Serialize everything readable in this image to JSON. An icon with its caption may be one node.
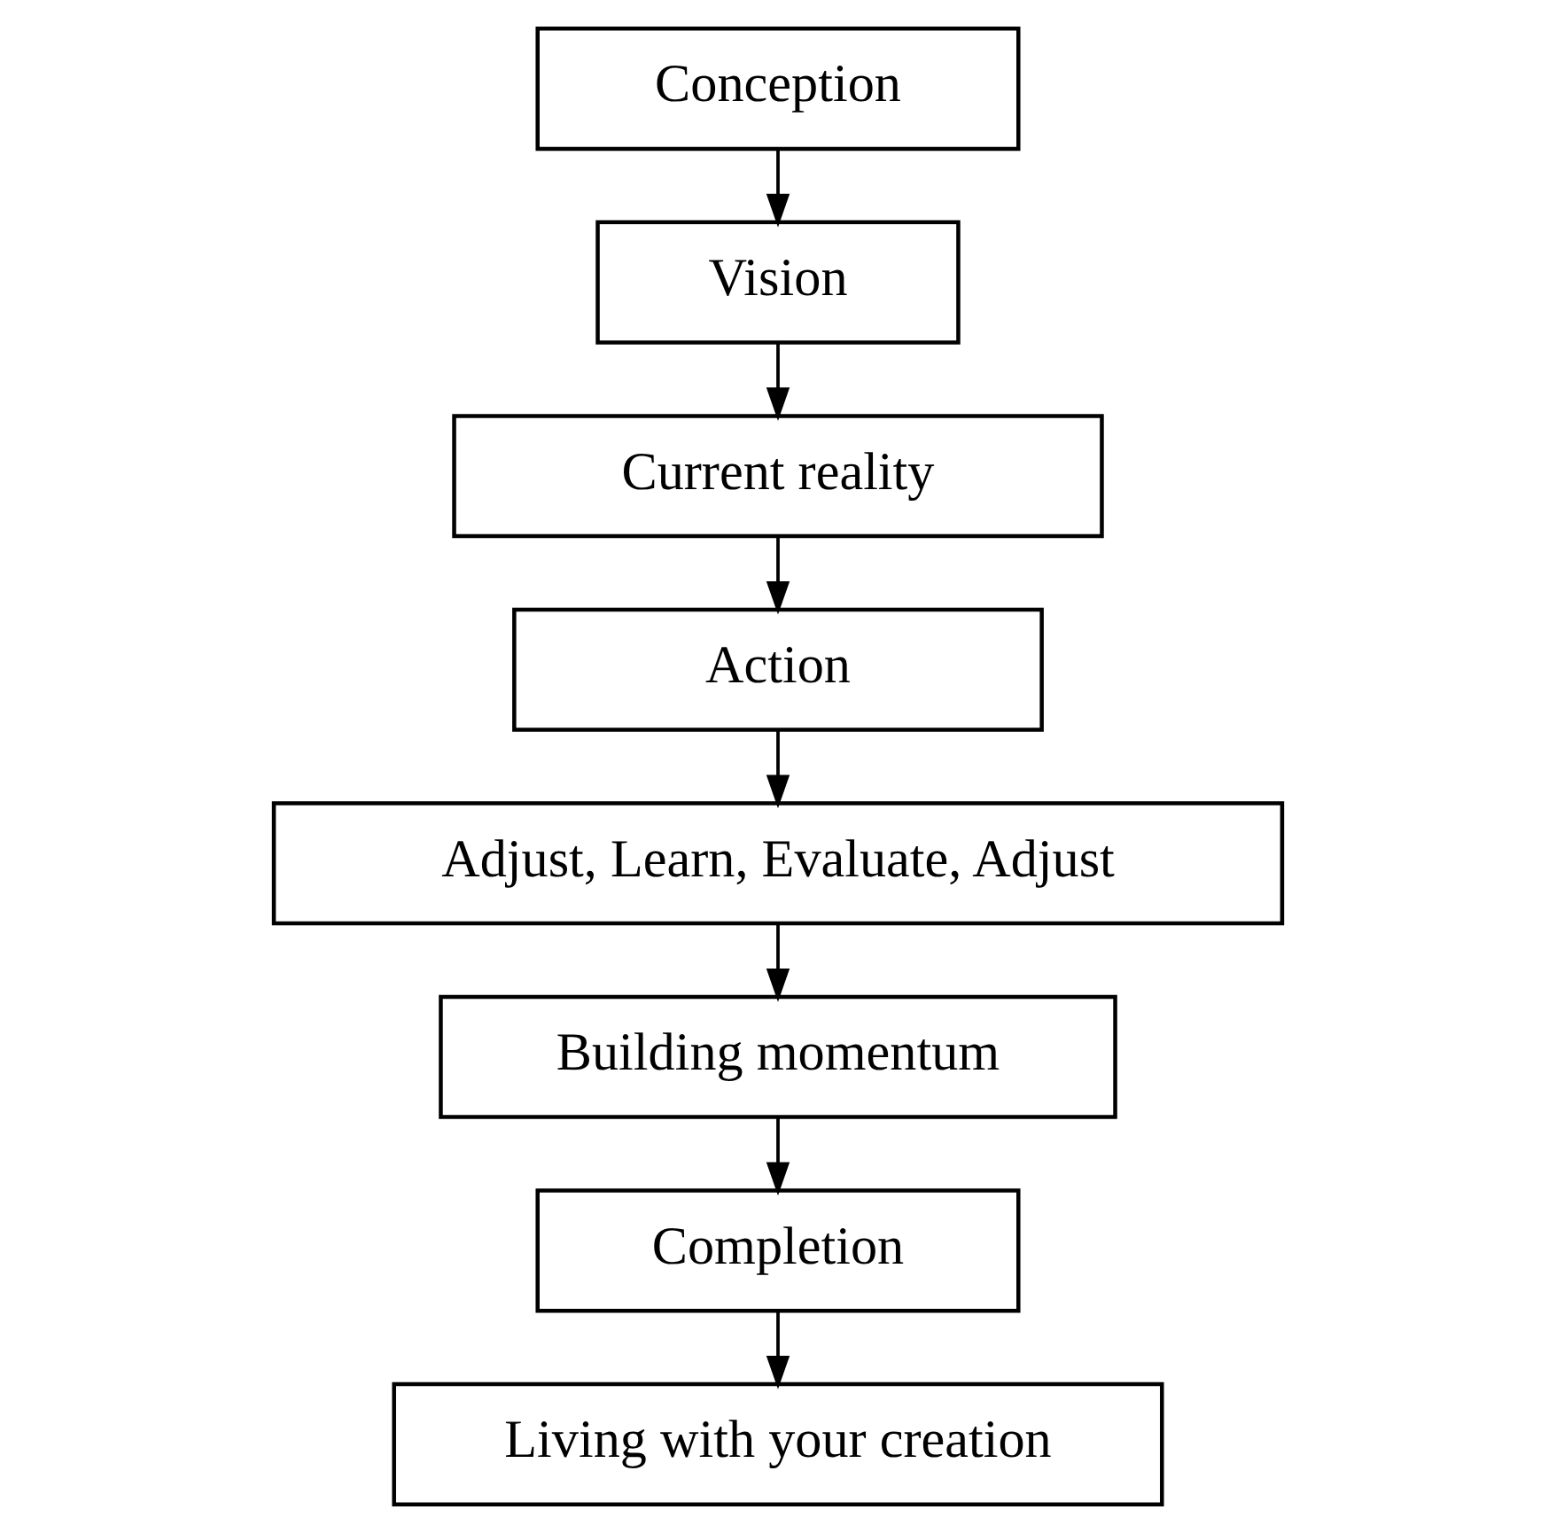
{
  "diagram": {
    "nodes": [
      {
        "text": [
          "Conception"
        ]
      },
      {
        "text": [
          "Vision"
        ]
      },
      {
        "text": [
          "Current reality"
        ]
      },
      {
        "text": [
          "Action"
        ]
      },
      {
        "text": [
          "Adjust, Learn, Evaluate, Adjust"
        ]
      },
      {
        "text": [
          "Building momentum"
        ]
      },
      {
        "text": [
          "Completion"
        ]
      },
      {
        "text": [
          "Living with your creation"
        ]
      }
    ],
    "edges": [
      {
        "from": 0,
        "to": 1,
        "arrow": "to"
      },
      {
        "from": 1,
        "to": 2,
        "arrow": "to"
      },
      {
        "from": 2,
        "to": 3,
        "arrow": "to"
      },
      {
        "from": 3,
        "to": 4,
        "arrow": "to"
      },
      {
        "from": 4,
        "to": 5,
        "arrow": "to"
      },
      {
        "from": 5,
        "to": 6,
        "arrow": "to"
      },
      {
        "from": 6,
        "to": 7,
        "arrow": "to"
      }
    ]
  }
}
